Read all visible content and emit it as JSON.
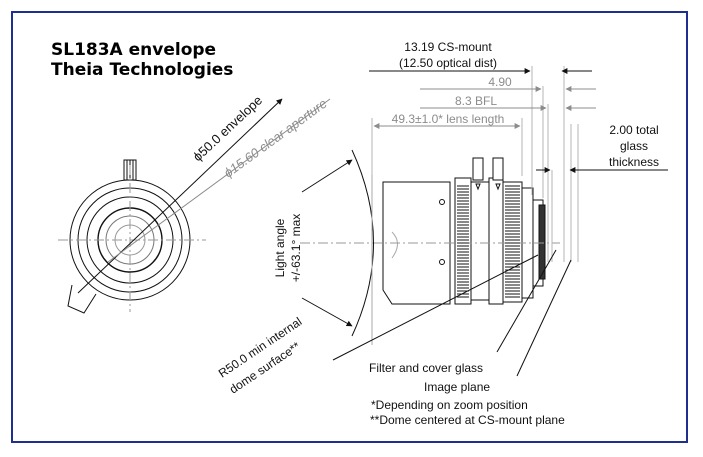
{
  "title": {
    "line1": "SL183A envelope",
    "line2": "Theia Technologies"
  },
  "dimensions": {
    "cs_mount": "13.19 CS-mount",
    "optical_dist": "(12.50 optical dist)",
    "d490": "4.90",
    "bfl": "8.3 BFL",
    "lens_length": "49.3±1.0* lens length",
    "glass_total": "2.00 total",
    "glass_glass": "glass",
    "glass_thickness": "thickness"
  },
  "labels": {
    "envelope_dia": "ϕ50.0 envelope",
    "clear_aperture": "ϕ15.60 clear aperture",
    "light_angle_1": "Light angle",
    "light_angle_2": "+/-63.1° max",
    "dome_1": "R50.0 min internal",
    "dome_2": "dome surface**",
    "filter": "Filter and cover glass",
    "image_plane": "Image plane"
  },
  "notes": {
    "zoom": "*Depending on zoom position",
    "dome": "**Dome centered at CS-mount plane"
  },
  "colors": {
    "frame": "#1f2f8f",
    "line": "#111111",
    "gray": "#8c8c8c",
    "lightgray": "#b4b4b4"
  }
}
